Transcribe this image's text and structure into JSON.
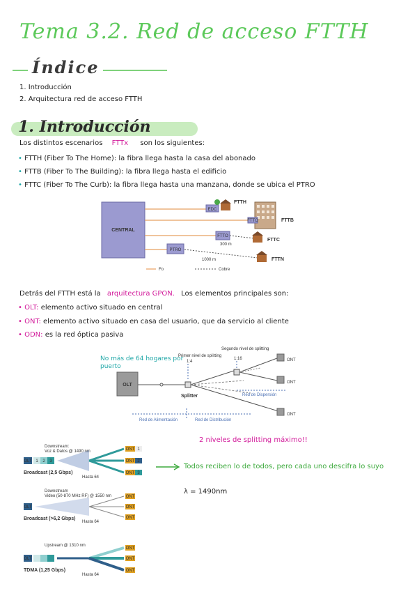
{
  "title": "Tema 3.2. Red de acceso FTTH",
  "indice": {
    "heading": "Índice",
    "items": [
      "1. Introducción",
      "2. Arquitectura red de acceso FTTH"
    ]
  },
  "section1": {
    "heading": "1. Introducción",
    "intro_a": "Los distintos escenarios",
    "intro_ftt": "FTTx",
    "intro_b": "son los siguientes:",
    "bullets": [
      "FTTH (Fiber To The Home): la fibra llega hasta la casa del abonado",
      "FTTB (Fiber To The Building): la fibra llega hasta el edificio",
      "FTTC (Fiber To The Curb): la fibra llega hasta una manzana, donde se ubica el PTRO"
    ],
    "after_a": "Detrás del FTTH está la",
    "after_arch": "arquitectura GPON.",
    "after_b": "Los elementos principales son:",
    "elements": [
      {
        "key": "OLT:",
        "text": "elemento activo situado en central"
      },
      {
        "key": "ONT:",
        "text": "elemento activo situado en casa del usuario, que da servicio al cliente"
      },
      {
        "key": "ODN:",
        "text": "es la red óptica pasiva"
      }
    ]
  },
  "diagram1": {
    "central": "CENTRAL",
    "edc": "EDC",
    "ftth": "FTTH",
    "fttb": "FTTB",
    "fttc": "FTTC",
    "fttn": "FTTN",
    "ftto": "FTTO",
    "ptro": "PTRO",
    "d300": "300 m",
    "d1000": "1000 m",
    "legend_fo": "Fo",
    "legend_cobre": "Cobre"
  },
  "diagram2": {
    "note": "No más de 64 hogares por puerto",
    "olt": "OLT",
    "splitter": "Splitter",
    "primer": "Primer nivel de splitting",
    "primer_ratio": "1:4",
    "segundo": "Segundo nivel de splitting",
    "segundo_ratio": "1:16",
    "ont": "ONT",
    "red_disp": "Red de Dispersión",
    "red_alim": "Red de Alimentación",
    "red_dist": "Red de Distribución",
    "note2": "2 niveles de splitting máximo!!"
  },
  "diagram3": {
    "down1_title": "Downstream:",
    "down1_sub": "Voz & Datos @ 1490 nm",
    "broadcast1": "Broadcast (2,5 Gbps)",
    "hasta1": "Hasta 64",
    "down2_title": "Downstream",
    "down2_sub": "Video (50-870 MHz RF) @ 1550 nm",
    "broadcast2": "Broadcast (>6,2 Gbps)",
    "hasta2": "Hasta 64",
    "up_title": "Upstream @ 1310 nm",
    "tdma": "TDMA (1,25 Gbps)",
    "hasta3": "Hasta 64",
    "olt": "OLT",
    "ont": "ONT",
    "c1": "1",
    "c2": "2",
    "c3": "3",
    "note": "Todos reciben lo de todos, pero cada uno descifra lo suyo",
    "lambda": "λ = 1490nm"
  }
}
